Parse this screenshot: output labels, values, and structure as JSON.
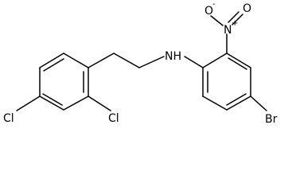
{
  "labels": {
    "cl_left": "Cl",
    "cl_right": "Cl",
    "nh": "NH",
    "br": "Br",
    "n_nitro": "N",
    "plus": "+",
    "o_neg": "O",
    "minus": "-",
    "o_dbl": "O"
  }
}
